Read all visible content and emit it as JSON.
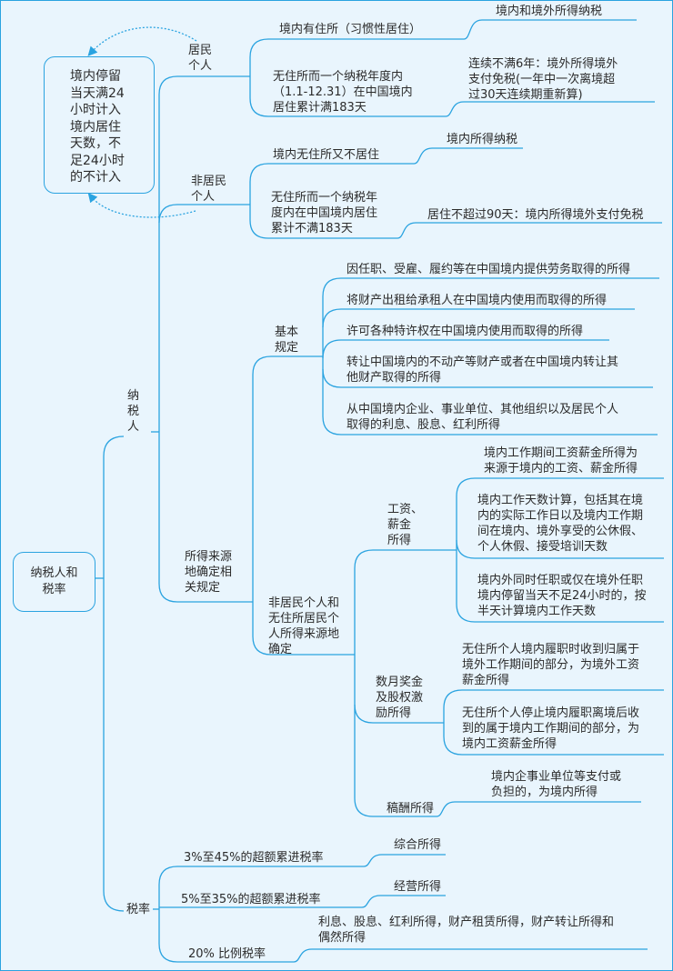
{
  "root": "纳税人和\n税率",
  "note": "境内停留\n当天满24\n小时计入\n境内居住\n天数，不\n足24小时\n的不计入",
  "taxpayer": {
    "label": "纳\n税\n人",
    "resident": {
      "label": "居民\n个人",
      "items": [
        {
          "label": "境内有住所（习惯性居住）",
          "result": "境内和境外所得纳税"
        },
        {
          "label": "无住所而一个纳税年度内\n（1.1-12.31）在中国境内\n居住累计满183天",
          "result": "连续不满6年：境外所得境外\n支付免税(一年中一次离境超\n过30天连续期重新算)"
        }
      ]
    },
    "nonresident": {
      "label": "非居民\n个人",
      "items": [
        {
          "label": "境内无住所又不居住",
          "result": "境内所得纳税"
        },
        {
          "label": "无住所而一个纳税年\n度内在中国境内居住\n累计不满183天",
          "result": "居住不超过90天：境内所得境外支付免税"
        }
      ]
    },
    "source": {
      "label": "所得来源\n地确定相\n关规定",
      "basic": {
        "label": "基本\n规定",
        "items": [
          "因任职、受雇、履约等在中国境内提供劳务取得的所得",
          "将财产出租给承租人在中国境内使用而取得的所得",
          "许可各种特许权在中国境内使用而取得的所得",
          "转让中国境内的不动产等财产或者在中国境内转让其\n他财产取得的所得",
          "从中国境内企业、事业单位、其他组织以及居民个人\n取得的利息、股息、红利所得"
        ]
      },
      "nonres_rule": {
        "label": "非居民个人和\n无住所居民个\n人所得来源地\n确定",
        "salary": {
          "label": "工资、\n薪金\n所得",
          "items": [
            "境内工作期间工资薪金所得为\n来源于境内的工资、薪金所得",
            "境内工作天数计算，包括其在境\n内的实际工作日以及境内工作期\n间在境内、境外享受的公休假、\n个人休假、接受培训天数",
            "境内外同时任职或仅在境外任职\n境内停留当天不足24小时的，按\n半天计算境内工作天数"
          ]
        },
        "bonus": {
          "label": "数月奖金\n及股权激\n励所得",
          "items": [
            "无住所个人境内履职时收到归属于\n境外工作期间的部分，为境外工资\n薪金所得",
            "无住所个人停止境内履职离境后收\n到的属于境内工作期间的部分，为\n境内工资薪金所得"
          ]
        },
        "royalty": {
          "label": "稿酬所得",
          "result": "境内企事业单位等支付或\n负担的，为境内所得"
        }
      }
    }
  },
  "rates": {
    "label": "税率",
    "items": [
      {
        "label": "3%至45%的超额累进税率",
        "result": "综合所得"
      },
      {
        "label": "5%至35%的超额累进税率",
        "result": "经营所得"
      },
      {
        "label": "20% 比例税率",
        "result": "利息、股息、红利所得，财产租赁所得，财产转让所得和\n偶然所得"
      }
    ]
  },
  "colors": {
    "line": "#2aa3e0",
    "background": "#e9f5fd",
    "text": "#2b2b2b"
  }
}
